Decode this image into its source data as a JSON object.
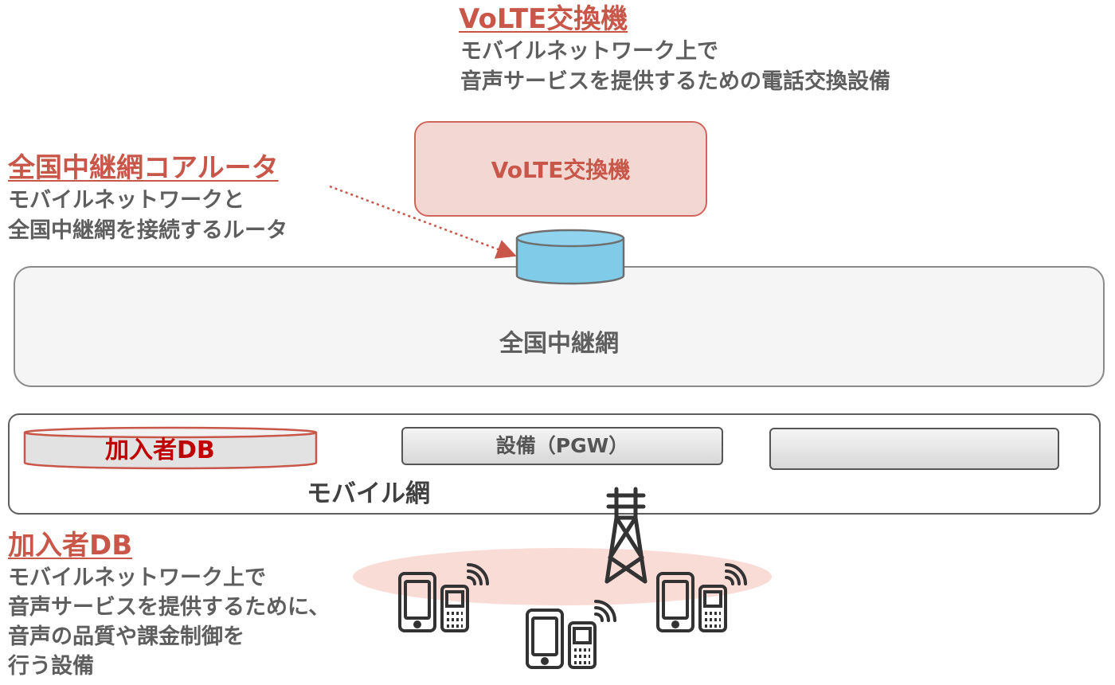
{
  "volte_callout": {
    "title": "VoLTE交換機",
    "lines": [
      "モバイルネットワーク上で",
      "音声サービスを提供するための電話交換設備"
    ]
  },
  "router_callout": {
    "title": "全国中継網コアルータ",
    "lines": [
      "モバイルネットワークと",
      "全国中継網を接続するルータ"
    ]
  },
  "subscriber_db_callout": {
    "title": "加入者DB",
    "lines": [
      "モバイルネットワーク上で",
      "音声サービスを提供するために、",
      "音声の品質や課金制御を",
      "行う設備"
    ]
  },
  "volte_box_label": "VoLTE交換機",
  "core_network_label": "全国中継網",
  "mobile_network": {
    "label": "モバイル網",
    "db_label": "加入者DB",
    "pgw_label": "設備（PGW）",
    "blank_equipment_label": ""
  },
  "colors": {
    "accent_red": "#c8574a",
    "router_cyan": "#7fcbe8",
    "coverage_pink": "#fadcd6",
    "text_gray": "#5e5e5e"
  },
  "icons": [
    "router-cylinder-icon",
    "cell-tower-icon",
    "smartphone-icon",
    "feature-phone-icon",
    "signal-waves-icon"
  ]
}
